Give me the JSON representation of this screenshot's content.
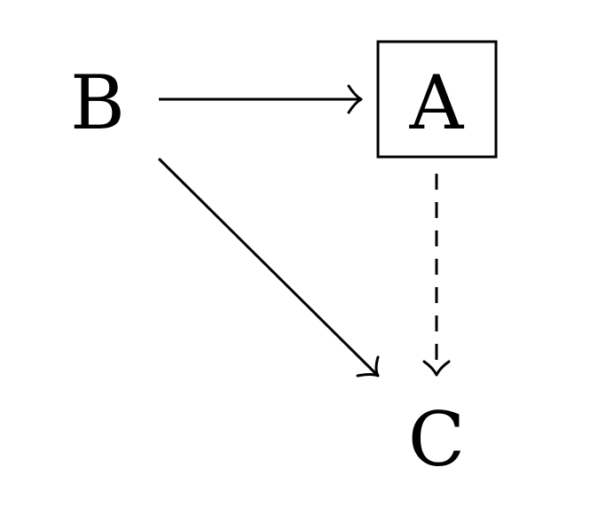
{
  "nodes": {
    "A": {
      "label": "A",
      "boxed": true
    },
    "B": {
      "label": "B",
      "boxed": false
    },
    "C": {
      "label": "C",
      "boxed": false
    }
  },
  "edges": [
    {
      "from": "B",
      "to": "A",
      "style": "solid"
    },
    {
      "from": "B",
      "to": "C",
      "style": "solid"
    },
    {
      "from": "A",
      "to": "C",
      "style": "dashed"
    }
  ],
  "colors": {
    "ink": "#000000",
    "background": "#ffffff"
  }
}
